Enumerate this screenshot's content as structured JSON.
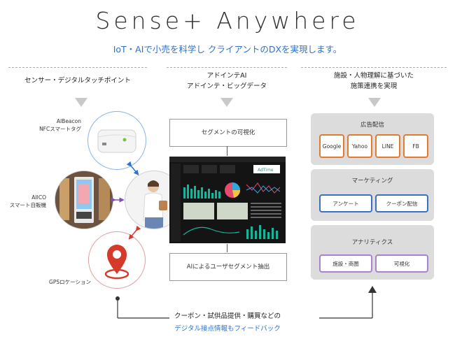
{
  "header": {
    "title": "Sense+ Anywhere",
    "subtitle": "IoT・AIで小売を科学し クライアントのDXを実現します。"
  },
  "columns": [
    {
      "heading": "センサー・デジタルタッチポイント"
    },
    {
      "heading_line1": "アドインテAI",
      "heading_line2": "アドインテ・ビッグデータ"
    },
    {
      "heading_line1": "施設・人物理解に基づいた",
      "heading_line2": "施策連携を実現"
    }
  ],
  "sensors": [
    {
      "label_line1": "AIBeacon",
      "label_line2": "NFCスマートタグ",
      "icon": "beacon-device-icon"
    },
    {
      "label_line1": "AIICO",
      "label_line2": "スマート自販機",
      "icon": "vending-machine-icon"
    },
    {
      "label_line1": "GPSロケーション",
      "label_line2": "",
      "icon": "map-pin-icon"
    }
  ],
  "center": {
    "segment_box": "セグメントの可視化",
    "ai_box": "AIによるユーザセグメント抽出",
    "dashboard_logo": "AdTime"
  },
  "panels": [
    {
      "title": "広告配信",
      "items": [
        "Google",
        "Yahoo",
        "LINE",
        "FB"
      ],
      "color": "#e47a2d"
    },
    {
      "title": "マーケティング",
      "items": [
        "アンケート",
        "クーポン配信"
      ],
      "color": "#3a72c1"
    },
    {
      "title": "アナリティクス",
      "items": [
        "施設・商圏",
        "可視化"
      ],
      "color": "#a783c9"
    }
  ],
  "feedback": {
    "line1": "クーポン・試供品提供・購買などの",
    "line2": "デジタル接点情報もフィードバック"
  }
}
